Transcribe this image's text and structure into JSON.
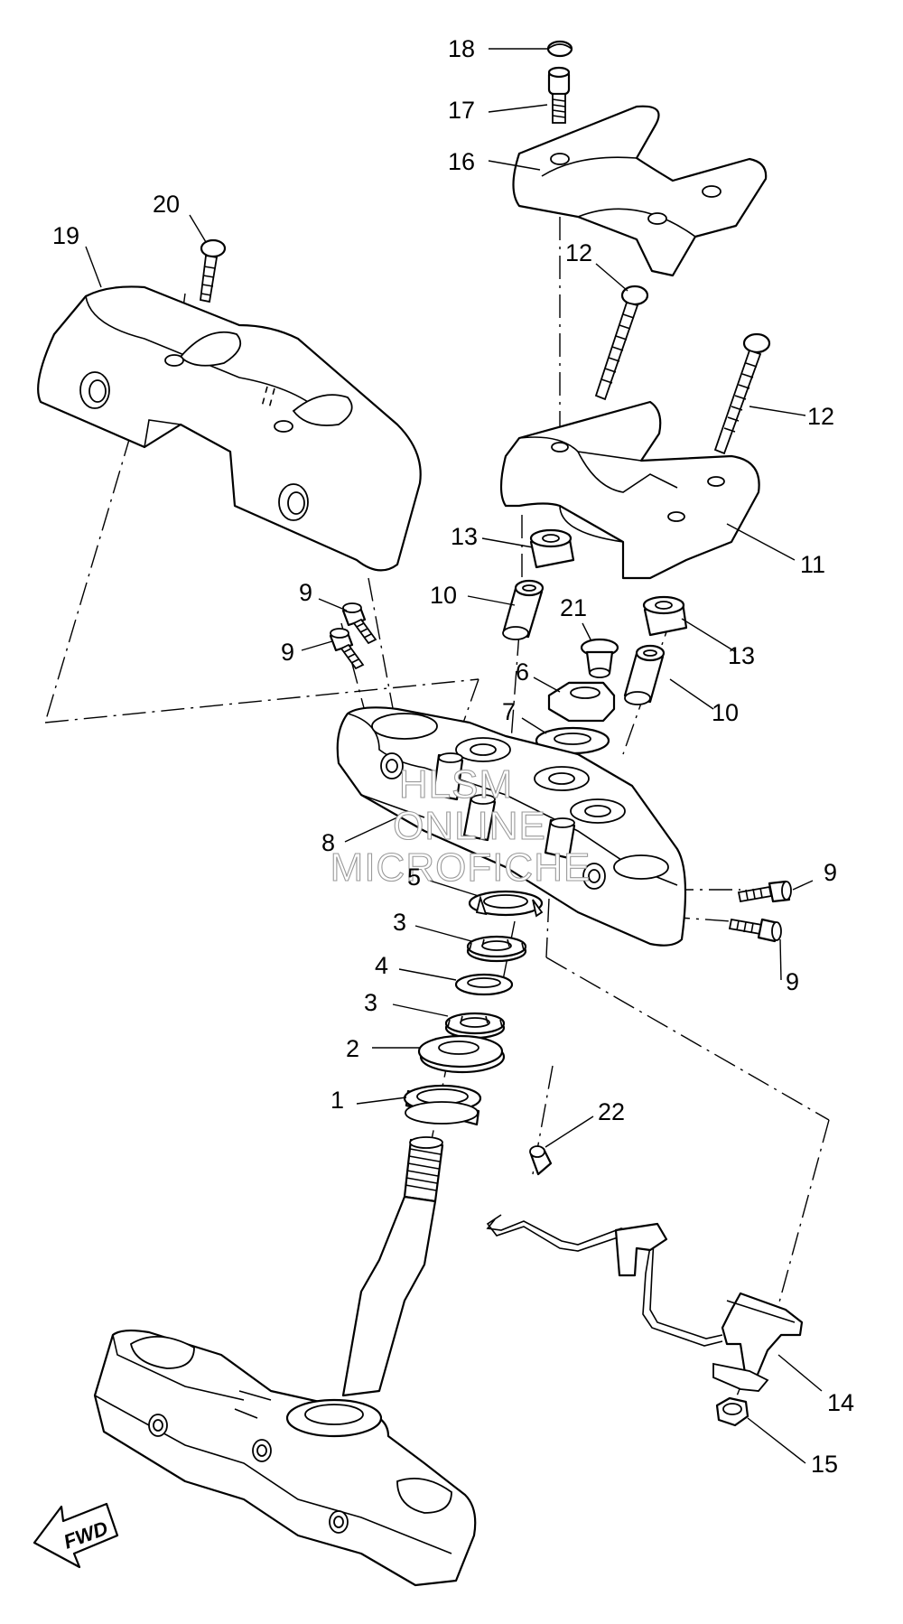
{
  "diagram": {
    "direction_label": "FWD",
    "watermark": [
      "HLSM",
      "ONLINE",
      "MICROFICHE"
    ],
    "callouts": [
      {
        "id": "c18",
        "label": "18"
      },
      {
        "id": "c17",
        "label": "17"
      },
      {
        "id": "c16",
        "label": "16"
      },
      {
        "id": "c20",
        "label": "20"
      },
      {
        "id": "c19",
        "label": "19"
      },
      {
        "id": "c12a",
        "label": "12"
      },
      {
        "id": "c12b",
        "label": "12"
      },
      {
        "id": "c13a",
        "label": "13"
      },
      {
        "id": "c11",
        "label": "11"
      },
      {
        "id": "c9a",
        "label": "9"
      },
      {
        "id": "c10a",
        "label": "10"
      },
      {
        "id": "c21",
        "label": "21"
      },
      {
        "id": "c13b",
        "label": "13"
      },
      {
        "id": "c9b",
        "label": "9"
      },
      {
        "id": "c6",
        "label": "6"
      },
      {
        "id": "c10b",
        "label": "10"
      },
      {
        "id": "c7",
        "label": "7"
      },
      {
        "id": "c8",
        "label": "8"
      },
      {
        "id": "c9c",
        "label": "9"
      },
      {
        "id": "c5",
        "label": "5"
      },
      {
        "id": "c3a",
        "label": "3"
      },
      {
        "id": "c9d",
        "label": "9"
      },
      {
        "id": "c4",
        "label": "4"
      },
      {
        "id": "c3b",
        "label": "3"
      },
      {
        "id": "c2",
        "label": "2"
      },
      {
        "id": "c1",
        "label": "1"
      },
      {
        "id": "c22",
        "label": "22"
      },
      {
        "id": "c14",
        "label": "14"
      },
      {
        "id": "c15",
        "label": "15"
      }
    ]
  }
}
